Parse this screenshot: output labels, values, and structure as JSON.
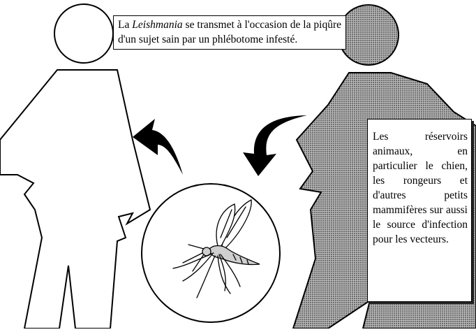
{
  "top_caption": {
    "prefix": "La ",
    "italic": "Leishmania",
    "rest": " se transmet à l'occasion de la piqûre d'un sujet sain par un phlébotome infesté."
  },
  "right_caption": {
    "text": "Les réservoirs animaux, en particulier le chien, les rongeurs et d'autres petits mammifères sur aussi le source d'infection pour les vecteurs."
  },
  "colors": {
    "figure_fill": "#ffffff",
    "infected_fill": "#9a9a9a",
    "outline": "#000000",
    "arrow": "#000000"
  },
  "icons": {
    "left_figure": "human-silhouette-healthy",
    "right_figure": "human-silhouette-infected",
    "vector": "sandfly-mosquito",
    "left_arrow": "curved-arrow-left",
    "right_arrow": "curved-arrow-right"
  }
}
